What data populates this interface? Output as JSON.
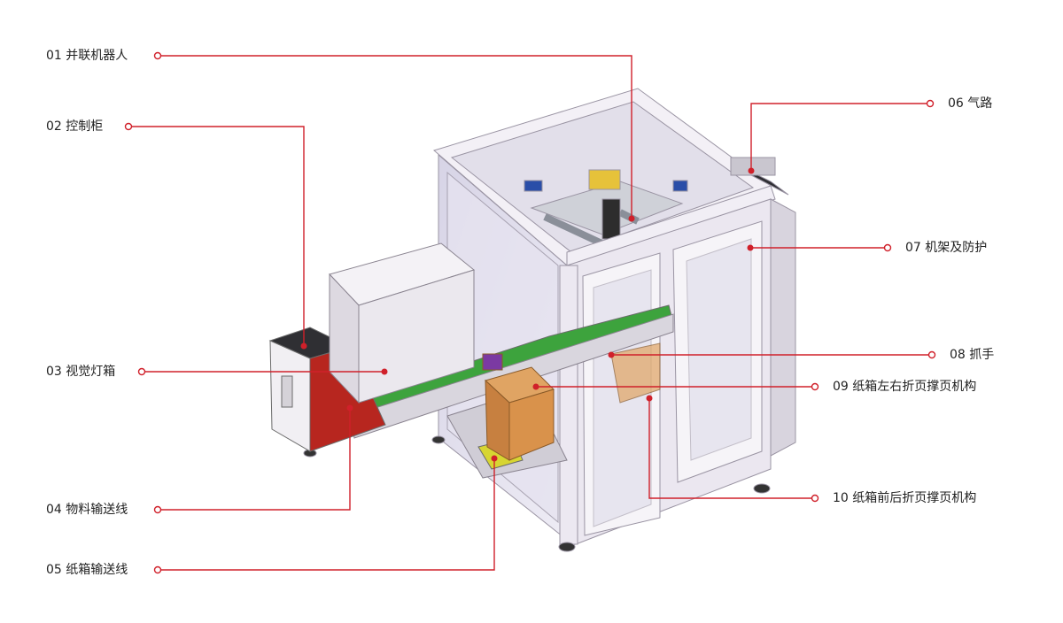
{
  "labels": [
    {
      "id": "01",
      "text": "01 并联机器人"
    },
    {
      "id": "02",
      "text": "02 控制柜"
    },
    {
      "id": "03",
      "text": "03 视觉灯箱"
    },
    {
      "id": "04",
      "text": "04 物料输送线"
    },
    {
      "id": "05",
      "text": "05 纸箱输送线"
    },
    {
      "id": "06",
      "text": "06 气路"
    },
    {
      "id": "07",
      "text": "07 机架及防护"
    },
    {
      "id": "08",
      "text": "08 抓手"
    },
    {
      "id": "09",
      "text": "09 纸箱左右折页撑页机构"
    },
    {
      "id": "10",
      "text": "10 纸箱前后折页撑页机构"
    }
  ],
  "colors": {
    "leader": "#d0202a",
    "frame": "#e9e4ee",
    "frame_edge": "#9a94a3",
    "cabinet_red": "#b7261f",
    "conveyor_green": "#3da33d",
    "carton": "#d9924b",
    "robot_yellow": "#e6c23a"
  }
}
